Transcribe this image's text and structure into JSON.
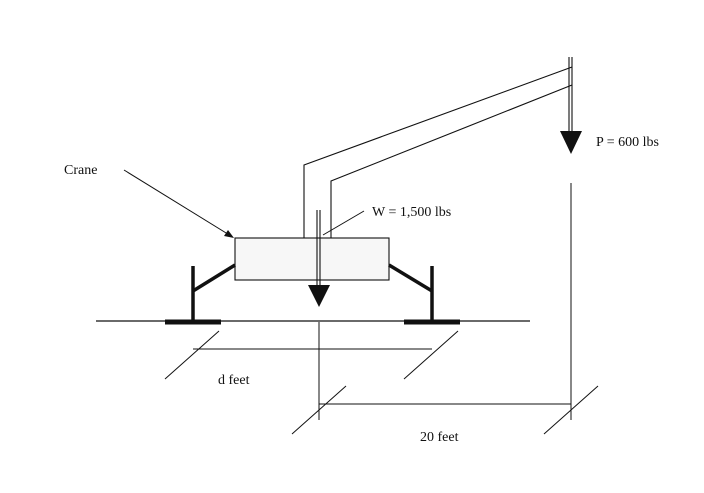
{
  "labels": {
    "crane": "Crane",
    "weight": "W = 1,500 lbs",
    "load": "P = 600 lbs",
    "d_dimension": "d feet",
    "boom_dimension": "20 feet"
  },
  "colors": {
    "line": "#111111",
    "body_fill": "#f7f7f7",
    "background": "#ffffff"
  }
}
